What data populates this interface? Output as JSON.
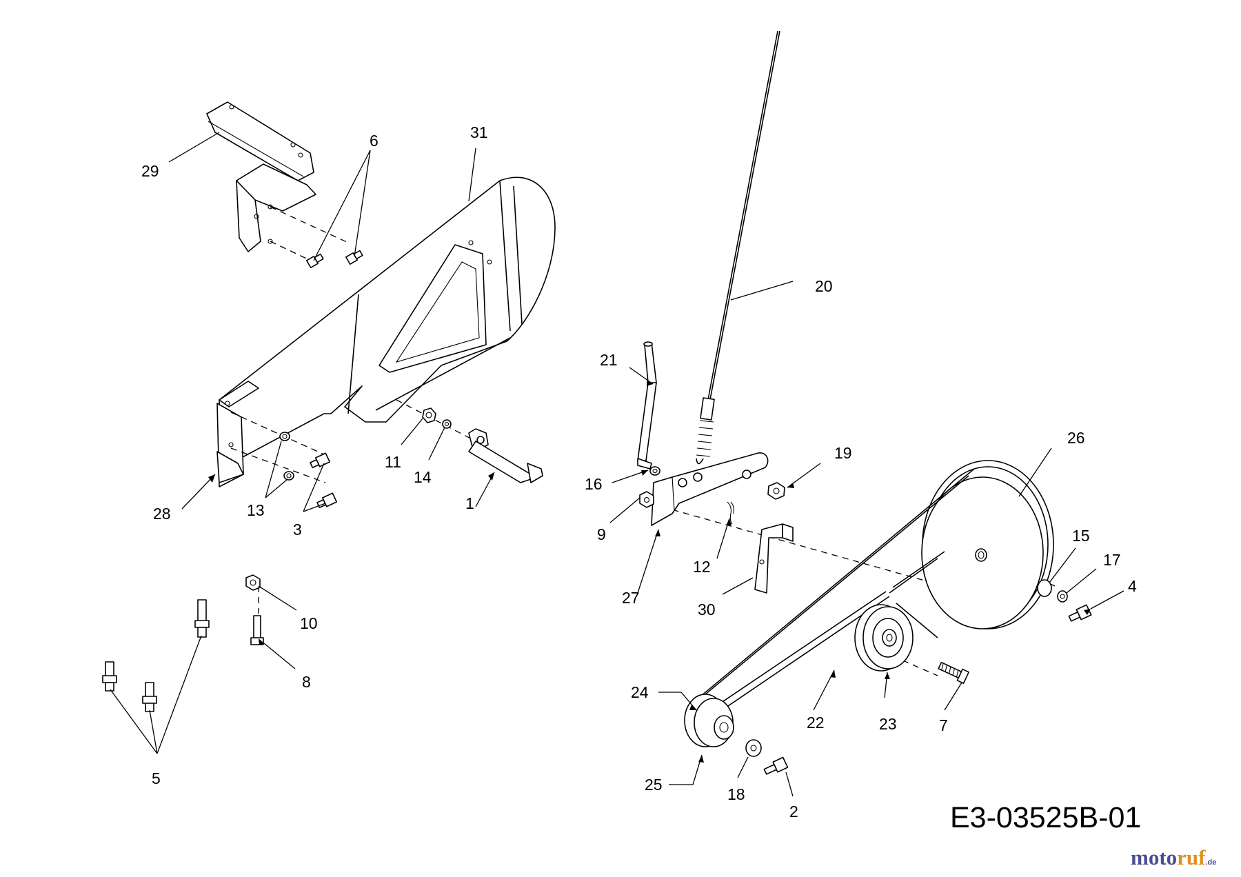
{
  "diagram": {
    "drawing_code": "E3-03525B-01",
    "watermark": {
      "brand_part1": "moto",
      "brand_part2": "ruf",
      "tld": ".de"
    },
    "callouts": [
      {
        "id": "c1",
        "text": "1"
      },
      {
        "id": "c2",
        "text": "2"
      },
      {
        "id": "c3",
        "text": "3"
      },
      {
        "id": "c4",
        "text": "4"
      },
      {
        "id": "c5",
        "text": "5"
      },
      {
        "id": "c6",
        "text": "6"
      },
      {
        "id": "c7",
        "text": "7"
      },
      {
        "id": "c8",
        "text": "8"
      },
      {
        "id": "c9",
        "text": "9"
      },
      {
        "id": "c10",
        "text": "10"
      },
      {
        "id": "c11",
        "text": "11"
      },
      {
        "id": "c12",
        "text": "12"
      },
      {
        "id": "c13",
        "text": "13"
      },
      {
        "id": "c14",
        "text": "14"
      },
      {
        "id": "c15",
        "text": "15"
      },
      {
        "id": "c16",
        "text": "16"
      },
      {
        "id": "c17",
        "text": "17"
      },
      {
        "id": "c18",
        "text": "18"
      },
      {
        "id": "c19",
        "text": "19"
      },
      {
        "id": "c20",
        "text": "20"
      },
      {
        "id": "c21",
        "text": "21"
      },
      {
        "id": "c22",
        "text": "22"
      },
      {
        "id": "c23",
        "text": "23"
      },
      {
        "id": "c24",
        "text": "24"
      },
      {
        "id": "c25",
        "text": "25"
      },
      {
        "id": "c26",
        "text": "26"
      },
      {
        "id": "c27",
        "text": "27"
      },
      {
        "id": "c28",
        "text": "28"
      },
      {
        "id": "c29",
        "text": "29"
      },
      {
        "id": "c30",
        "text": "30"
      },
      {
        "id": "c31",
        "text": "31"
      }
    ]
  }
}
